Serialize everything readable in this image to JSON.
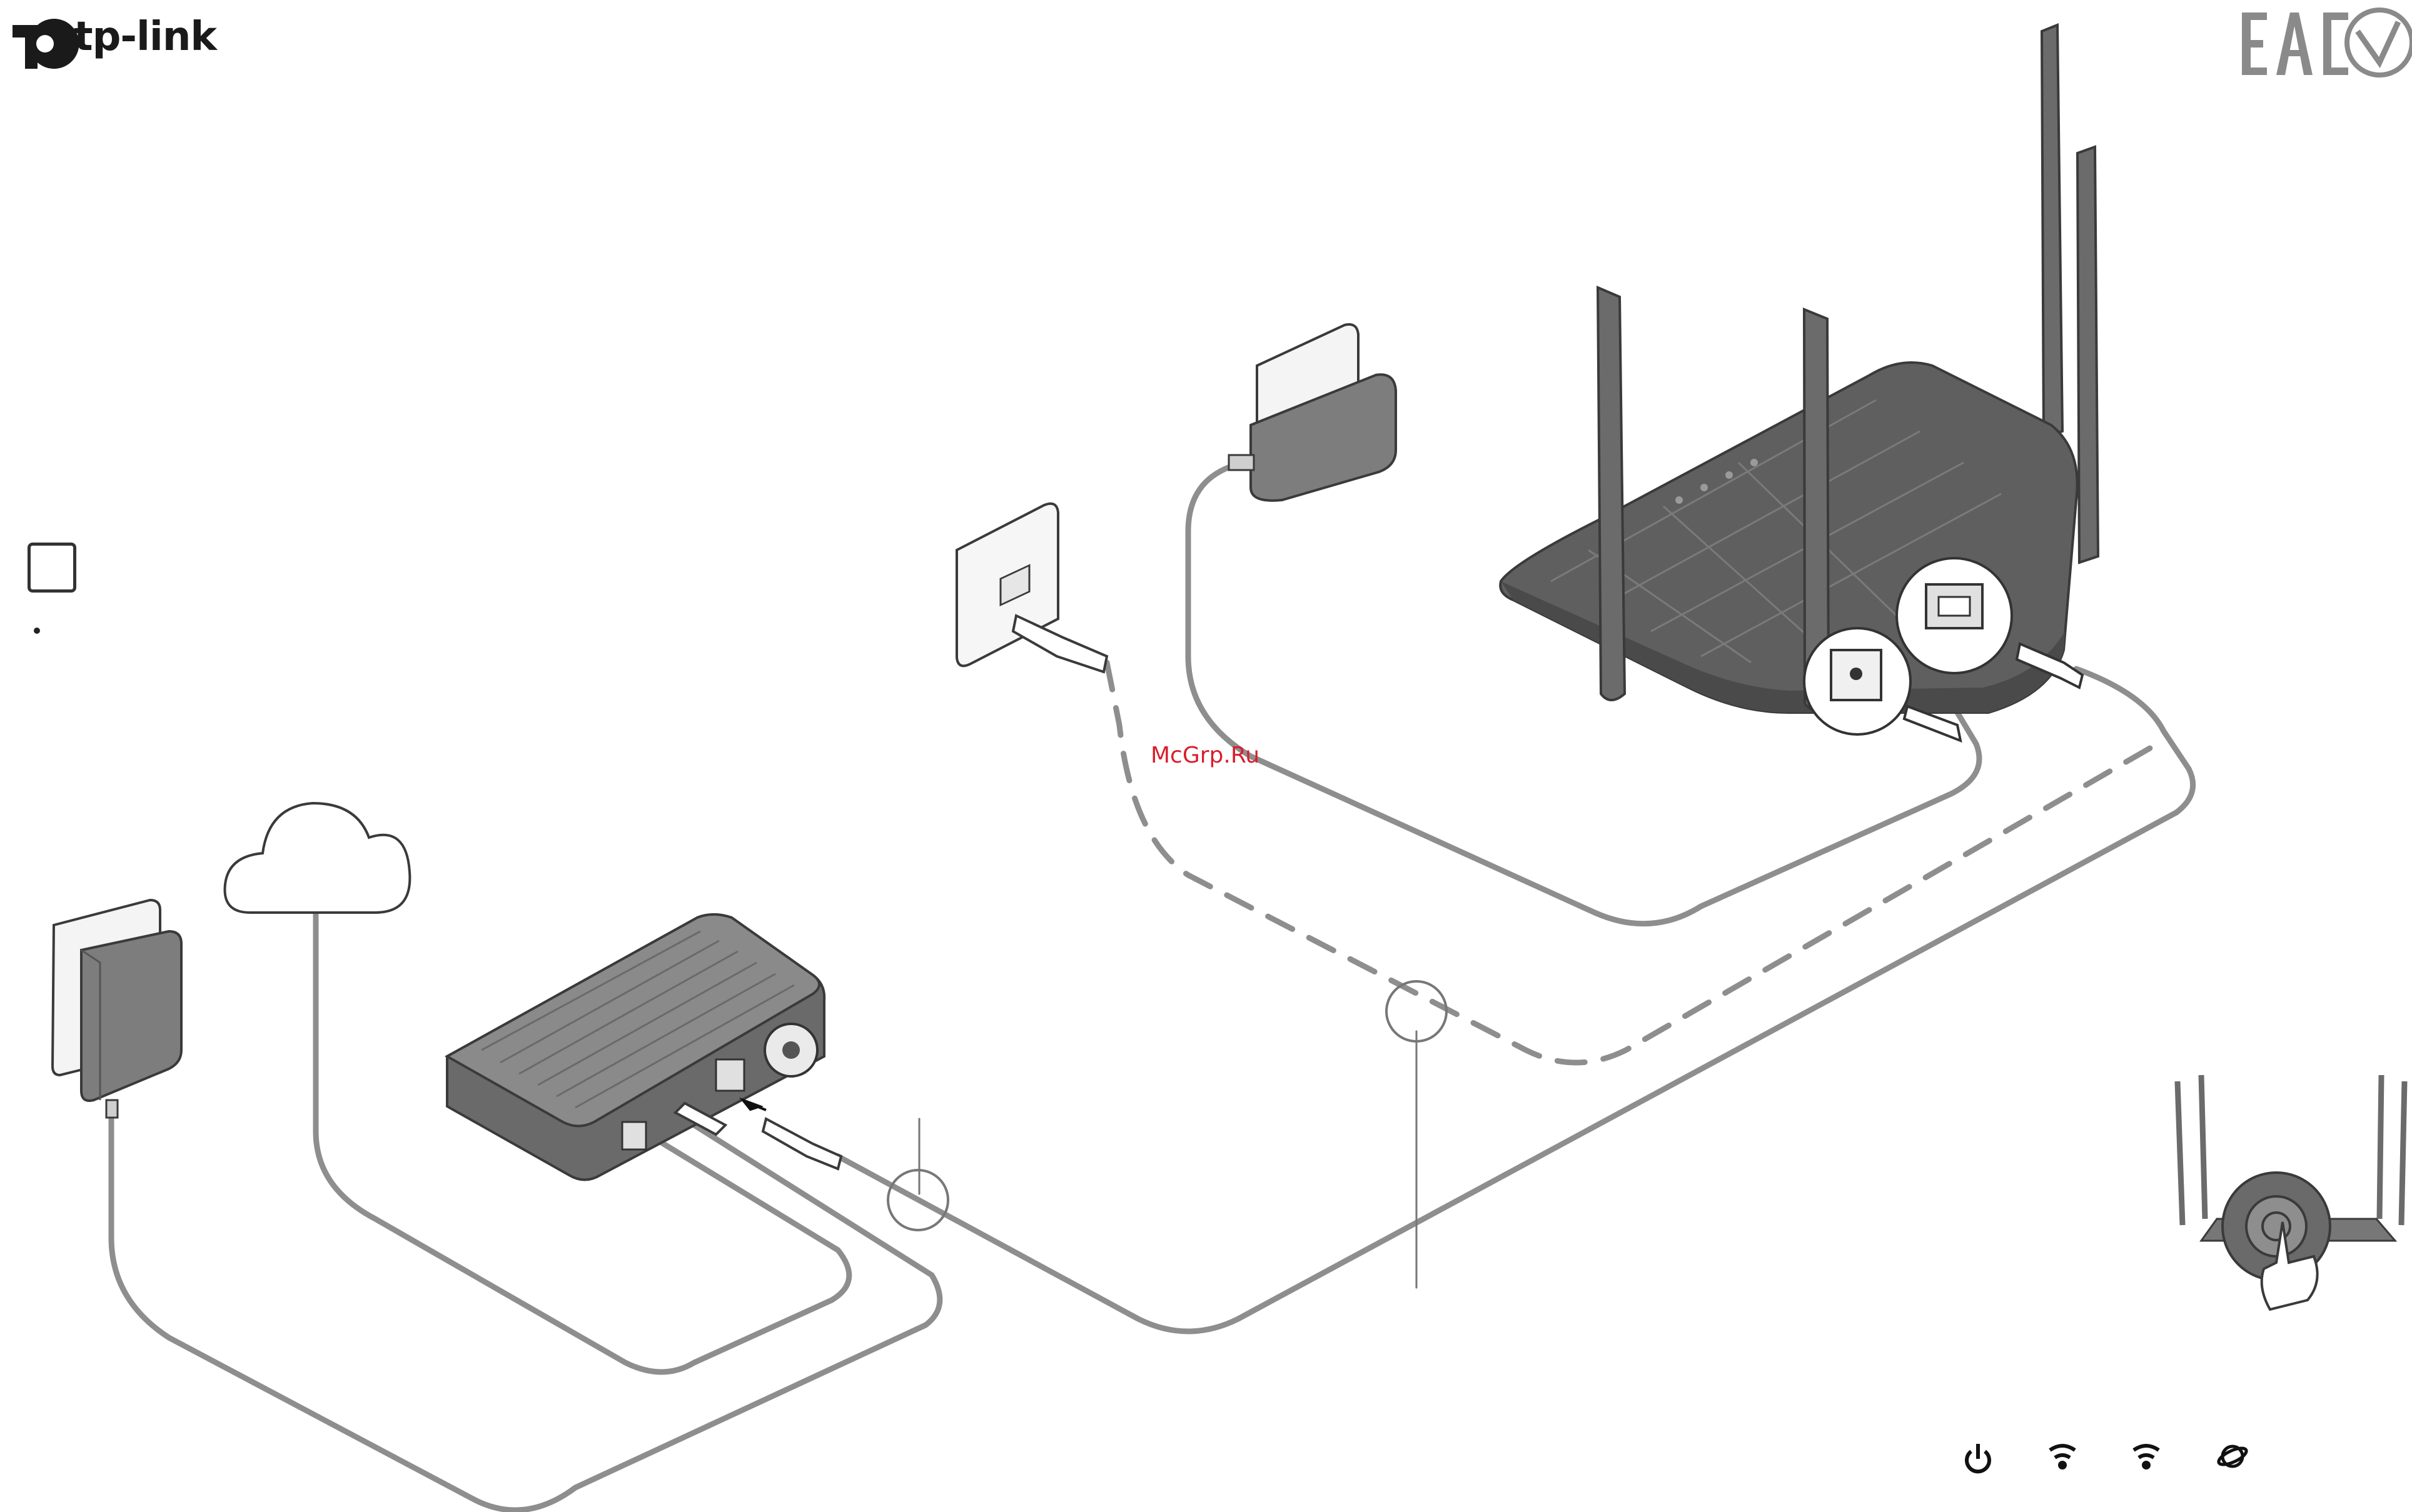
{
  "brand": {
    "logo_text": "tp-link"
  },
  "watermark": "McGrp.Ru",
  "certification_marks": [
    "EAC mark",
    "UA conformity mark"
  ],
  "led_icons": [
    "power-icon",
    "wifi-2g-icon",
    "wifi-5g-icon",
    "internet-icon"
  ],
  "colors": {
    "cable": "#8e8e8e",
    "device_dark": "#555555",
    "device_mid": "#777777",
    "outline": "#3a3a3a",
    "watermark": "#d81e2c"
  }
}
